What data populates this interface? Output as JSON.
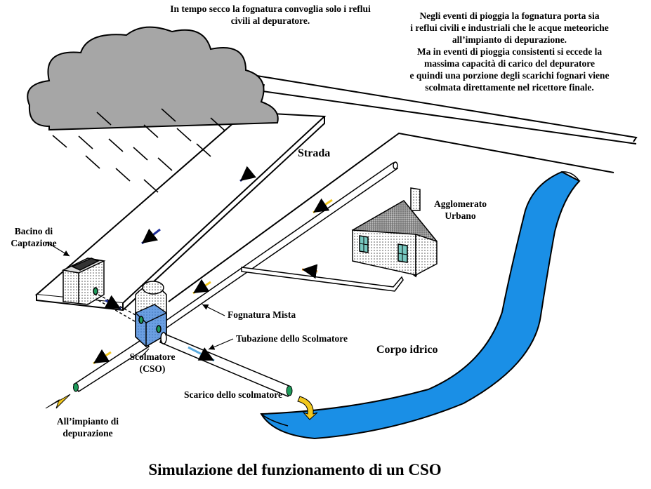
{
  "notes": {
    "dry_weather": "In tempo secco la fognatura convoglia solo i reflui civili al depuratore.",
    "rain_lines": [
      "Negli eventi di pioggia la fognatura porta sia",
      "i reflui  civili e industriali che le acque meteoriche",
      "all’impianto di depurazione.",
      "Ma in  eventi di pioggia consistenti si eccede la",
      "massima capacità di carico del depuratore",
      "e quindi una porzione degli scarichi fognari viene",
      "scolmata direttamente nel ricettore finale."
    ]
  },
  "labels": {
    "strada": "Strada",
    "agglomerato": "Agglomerato Urbano",
    "bacino": "Bacino di Captazione",
    "fognatura_mista": "Fognatura Mista",
    "tubazione": "Tubazione dello Scolmatore",
    "corpo_idrico": "Corpo idrico",
    "scolmatore": "Scolmatore (CSO)",
    "scarico": "Scarico dello scolmatore",
    "impianto": "All’impianto di depurazione"
  },
  "title": "Simulazione del funzionamento  di un CSO",
  "colors": {
    "cloud": "#a6a6a6",
    "water": "#1a8fe6",
    "flow_dry": "#f2c81e",
    "flow_storm": "#5aa9dc",
    "flow_runoff": "#1f2f9c",
    "flow_house": "#f0a030",
    "outlet": "#1e9a5a",
    "roof": "#8a8a8a"
  },
  "icons": [
    "cloud-icon",
    "house-icon",
    "rain-icon",
    "flow-arrow-icon"
  ]
}
